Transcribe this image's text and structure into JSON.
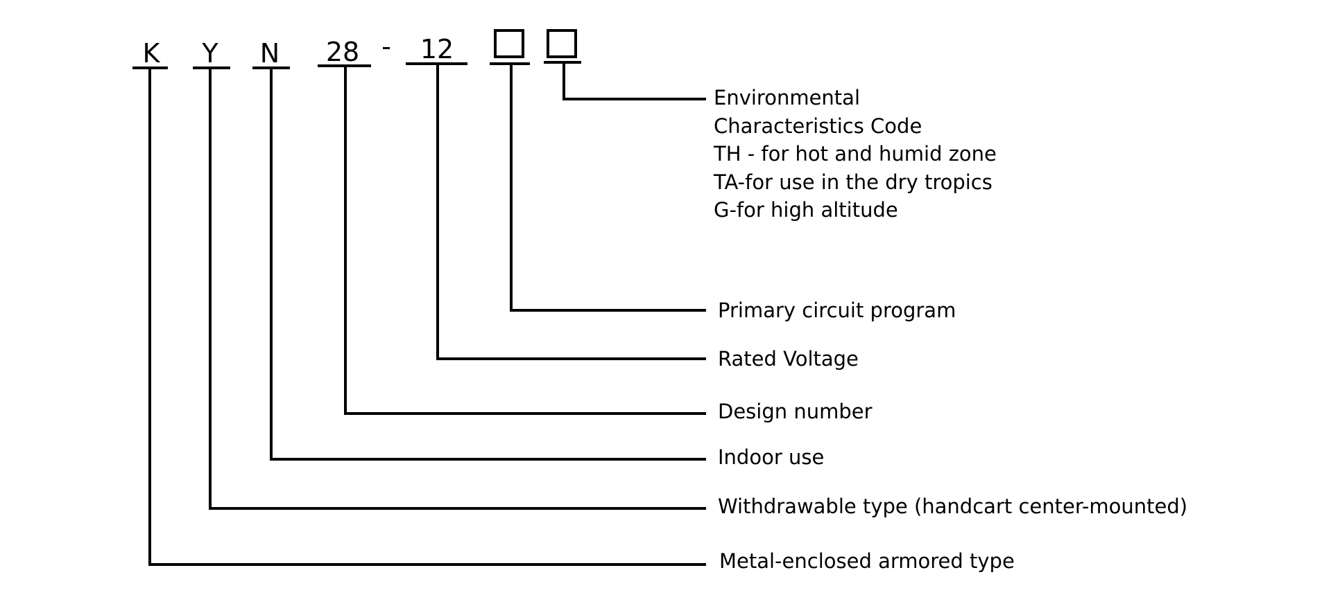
{
  "code_parts": {
    "k": "K",
    "y": "Y",
    "n": "N",
    "design": "28",
    "dash": "-",
    "voltage": "12"
  },
  "descriptions": {
    "environmental": [
      "Environmental",
      "Characteristics Code",
      "TH - for hot and humid zone",
      "TA-for use in the dry tropics",
      "G-for high altitude"
    ],
    "primary_circuit": "Primary circuit program",
    "rated_voltage": "Rated Voltage",
    "design_number": "Design number",
    "indoor_use": "Indoor use",
    "withdrawable": "Withdrawable type (handcart center-mounted)",
    "metal_enclosed": "Metal-enclosed armored type"
  }
}
